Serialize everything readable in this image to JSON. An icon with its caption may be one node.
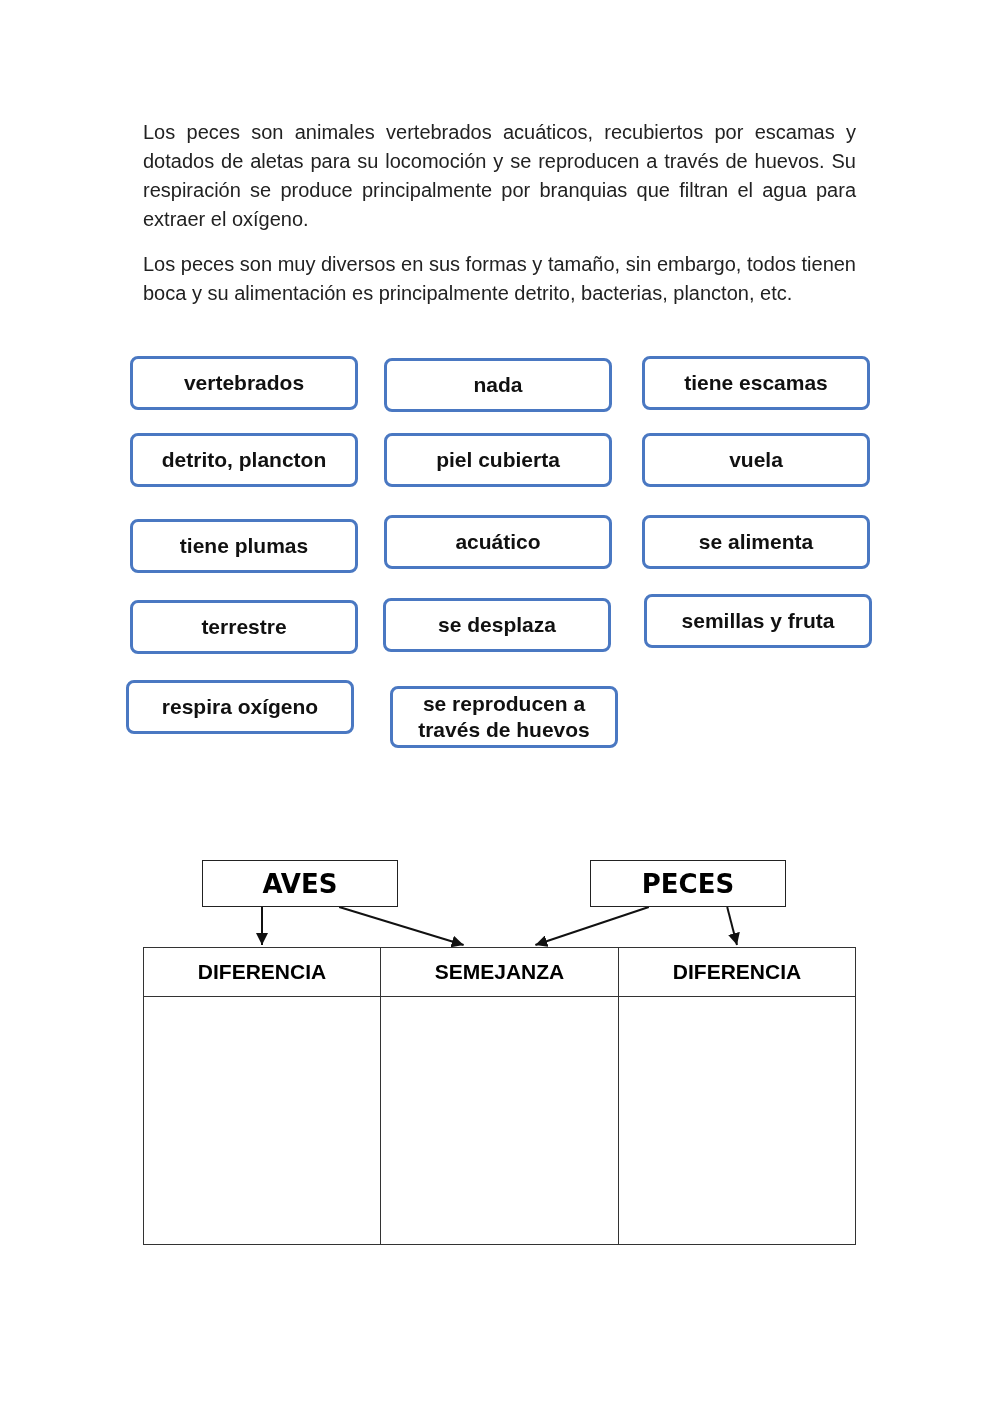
{
  "diagram": {
    "nodes": [
      {
        "text": [
          "vertebrados"
        ]
      },
      {
        "text": [
          "nada"
        ]
      },
      {
        "text": [
          "tiene escamas"
        ]
      },
      {
        "text": [
          "detrito, plancton"
        ]
      },
      {
        "text": [
          "piel cubierta"
        ]
      },
      {
        "text": [
          "vuela"
        ]
      },
      {
        "text": [
          "tiene plumas"
        ]
      },
      {
        "text": [
          "acuático"
        ]
      },
      {
        "text": [
          "se alimenta"
        ]
      },
      {
        "text": [
          "terrestre"
        ]
      },
      {
        "text": [
          "se desplaza"
        ]
      },
      {
        "text": [
          "semillas y fruta"
        ]
      },
      {
        "text": [
          "respira oxígeno"
        ]
      },
      {
        "text": [
          "se reproducen a través de huevos"
        ]
      },
      {
        "text": [
          "AVES"
        ]
      },
      {
        "text": [
          "PECES"
        ]
      },
      {
        "text": [
          "DIFERENCIA"
        ]
      },
      {
        "text": [
          "SEMEJANZA"
        ]
      },
      {
        "text": [
          "DIFERENCIA"
        ]
      },
      {
        "text": [],
        "shape": "box"
      },
      {
        "text": [],
        "shape": "box"
      },
      {
        "text": [],
        "shape": "box"
      }
    ],
    "edges": [
      {
        "from": 14,
        "to": 16,
        "arrow": "to"
      },
      {
        "from": 14,
        "to": 17,
        "arrow": "to"
      },
      {
        "from": 15,
        "to": 17,
        "arrow": "to"
      },
      {
        "from": 15,
        "to": 18,
        "arrow": "to"
      }
    ],
    "labels": [
      "Los peces son animales vertebrados acuáticos, recubiertos por escamas y dotados de aletas para su locomoción y se reproducen a través de huevos. Su respiración se produce principalmente por branquias que filtran el agua para extraer el oxígeno.",
      "Los peces son muy diversos en sus formas y tamaño, sin embargo, todos tienen boca y su alimentación es principalmente detrito, bacterias, plancton, etc."
    ]
  }
}
